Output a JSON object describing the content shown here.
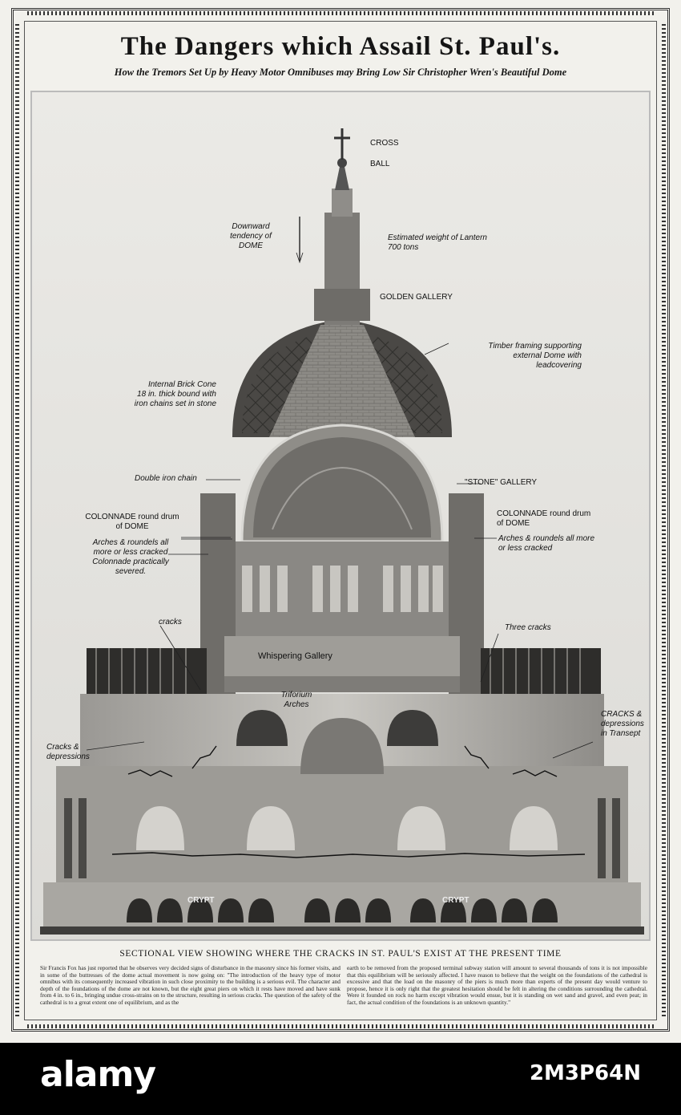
{
  "title": "The Dangers which Assail St. Paul's.",
  "subtitle": "How the Tremors Set Up by Heavy Motor Omnibuses may Bring Low Sir Christopher Wren's Beautiful Dome",
  "watermark_stamp": "alamy",
  "labels": {
    "cross": "CROSS",
    "ball": "BALL",
    "downward": "Downward\ntendency of\nDOME",
    "lantern_weight": "Estimated weight of Lantern\n700 tons",
    "golden_gallery": "GOLDEN GALLERY",
    "timber": "Timber framing supporting\nexternal Dome with\nleadcovering",
    "brick_cone": "Internal Brick Cone\n18 in. thick bound with\niron chains set in stone",
    "double_chain": "Double iron chain",
    "stone_gallery": "\"STONE\" GALLERY",
    "colonnade_left": "COLONNADE round drum\nof DOME",
    "arches_left": "Arches & roundels all\nmore or less cracked",
    "colonnade_severed": "Colonnade practically\nsevered.",
    "colonnade_right": "COLONNADE round drum\nof DOME",
    "arches_right": "Arches & roundels all more\nor less cracked",
    "cracks": "cracks",
    "three_cracks": "Three cracks",
    "whispering": "Whispering Gallery",
    "triforium": "Triforium\nArches",
    "cracks_depressions_left": "Cracks &\ndepressions",
    "cracks_depressions_right": "CRACKS &\ndepressions\nin Transept",
    "crypt_left": "CRYPT",
    "crypt_right": "CRYPT"
  },
  "caption": "SECTIONAL VIEW SHOWING WHERE THE CRACKS IN ST. PAUL'S EXIST AT THE PRESENT TIME",
  "body_left": "Sir Francis Fox has just reported that he observes very decided signs of disturbance in the masonry since his former visits, and in some of the buttresses of the dome actual movement is now going on: \"The introduction of the heavy type of motor omnibus with its consequently increased vibration in such close proximity to the building is a serious evil. The character and depth of the foundations of the dome are not known, but the eight great piers on which it rests have moved and have sunk from 4 in. to 6 in., bringing undue cross-strains on to the structure, resulting in serious cracks. The question of the safety of the cathedral is to a great extent one of equilibrium, and as the",
  "body_right": "earth to be removed from the proposed terminal subway station will amount to several thousands of tons it is not impossible that this equilibrium will be seriously affected. I have reason to believe that the weight on the foundations of the cathedral is excessive and that the load on the masonry of the piers is much more than experts of the present day would venture to propose, hence it is only right that the greatest hesitation should be felt in altering the conditions surrounding the cathedral. Were it founded on rock no harm except vibration would ensue, but it is standing on wet sand and gravel, and even peat; in fact, the actual condition of the foundations is an unknown quantity.\"",
  "footer": {
    "logo": "alamy",
    "image_id": "2M3P64N",
    "small_left": "",
    "small_right": ""
  }
}
